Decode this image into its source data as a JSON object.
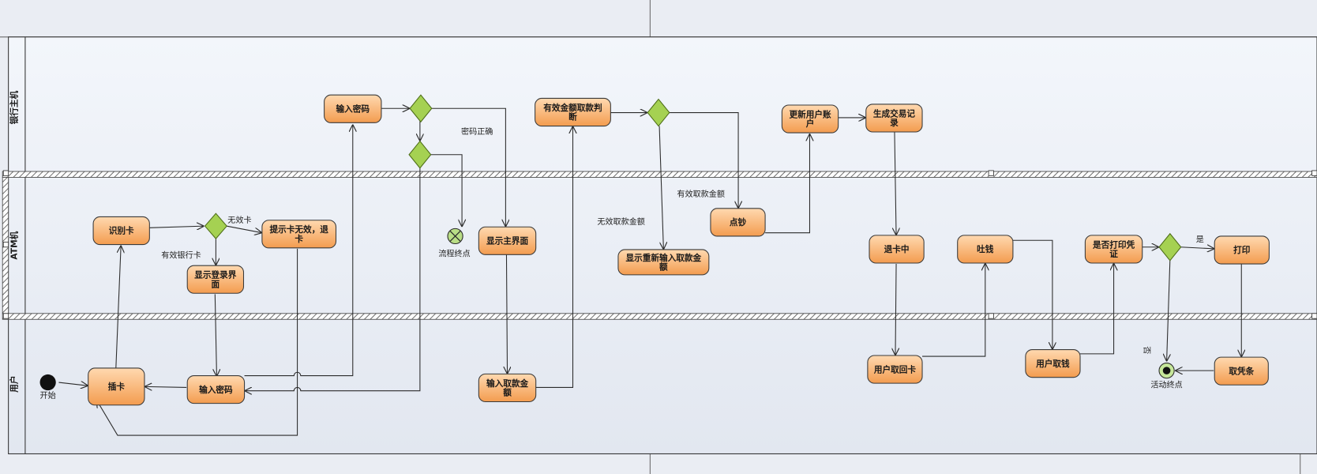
{
  "colors": {
    "node_fill_top": "#ffd9b0",
    "node_fill_bottom": "#f39c4f",
    "node_stroke": "#3a3a3a",
    "decision_fill": "#a5d152",
    "decision_stroke": "#4e6e18",
    "lane_bg_top": "#f3f6fb",
    "lane_bg_bottom": "#e2e7f0",
    "page_bg": "#eaedf3",
    "line": "#2b2b2b",
    "final_fill": "#c6e79a"
  },
  "lanes": [
    {
      "id": "bank",
      "title": "银行主机"
    },
    {
      "id": "atm",
      "title": "ATM机"
    },
    {
      "id": "user",
      "title": "用户"
    }
  ],
  "nodes": [
    {
      "id": "insert-card",
      "label": [
        "插卡"
      ]
    },
    {
      "id": "enter-password-user",
      "label": [
        "输入密码"
      ]
    },
    {
      "id": "enter-amount",
      "label": [
        "输入取款金",
        "额"
      ]
    },
    {
      "id": "user-take-card",
      "label": [
        "用户取回卡"
      ]
    },
    {
      "id": "user-take-cash",
      "label": [
        "用户取钱"
      ]
    },
    {
      "id": "take-receipt",
      "label": [
        "取凭条"
      ]
    },
    {
      "id": "identify-card",
      "label": [
        "识别卡"
      ]
    },
    {
      "id": "show-login",
      "label": [
        "显示登录界",
        "面"
      ]
    },
    {
      "id": "invalid-card",
      "label": [
        "提示卡无效，退",
        "卡"
      ]
    },
    {
      "id": "show-main",
      "label": [
        "显示主界面"
      ]
    },
    {
      "id": "reenter-amount",
      "label": [
        "显示重新输入取款金",
        "额"
      ]
    },
    {
      "id": "count-cash",
      "label": [
        "点钞"
      ]
    },
    {
      "id": "ejecting-card",
      "label": [
        "退卡中"
      ]
    },
    {
      "id": "dispense-cash",
      "label": [
        "吐钱"
      ]
    },
    {
      "id": "ask-print",
      "label": [
        "是否打印凭",
        "证"
      ]
    },
    {
      "id": "print",
      "label": [
        "打印"
      ]
    },
    {
      "id": "enter-password-bank",
      "label": [
        "输入密码"
      ]
    },
    {
      "id": "amount-check",
      "label": [
        "有效金额取款判",
        "断"
      ]
    },
    {
      "id": "update-account",
      "label": [
        "更新用户账",
        "户"
      ]
    },
    {
      "id": "create-record",
      "label": [
        "生成交易记",
        "录"
      ]
    }
  ],
  "labels": {
    "start": "开始",
    "flow_final": "流程终点",
    "activity_final": "活动终点",
    "invalid_card": "无效卡",
    "valid_card": "有效银行卡",
    "password_ok": "密码正确",
    "invalid_amount": "无效取款金额",
    "valid_amount": "有效取款金额",
    "yes": "是",
    "no": "否"
  }
}
